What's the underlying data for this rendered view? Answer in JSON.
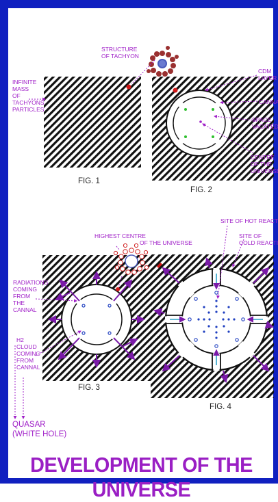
{
  "title": "DEVELOPMENT OF THE UNIVERSE",
  "colors": {
    "frame": "#1020c0",
    "annotation": "#a020c8",
    "title": "#9a1fc4",
    "hatch": "#111111",
    "arrow": "#7a1aa8"
  },
  "fig1": {
    "caption": "FIG. 1",
    "mass_label": [
      "INFINITE",
      "MASS",
      "OF",
      "TACHYONS",
      "PARTICLES"
    ],
    "structure_label": [
      "STRUCTURE",
      "OF TACHYON"
    ]
  },
  "fig2": {
    "caption": "FIG. 2",
    "labels": {
      "cdm": [
        "CDM",
        "LAYER"
      ],
      "cannal": [
        "CANNAL"
      ],
      "space": [
        "SPACE",
        "VACATED"
      ],
      "centre": [
        "CENTRE",
        "OF THE",
        "UNIVERSE"
      ]
    }
  },
  "fig3": {
    "caption": "FIG. 3",
    "highest_centre": [
      "HIGHEST CENTRE",
      "OF THE UNIVERSE"
    ],
    "radiations": [
      "RADIATIONS",
      "COMING",
      "FROM",
      "THE",
      "CANNAL"
    ],
    "h2_cloud": [
      "H2",
      "CLOUD",
      "COMING",
      "FROM",
      "CANNAL"
    ],
    "quasar": [
      "QUASAR",
      "(WHITE HOLE)"
    ]
  },
  "fig4": {
    "caption": "FIG. 4",
    "hot": "SITE OF HOT REACTION",
    "cold": [
      "SITE OF",
      "COLD REACTION"
    ]
  }
}
